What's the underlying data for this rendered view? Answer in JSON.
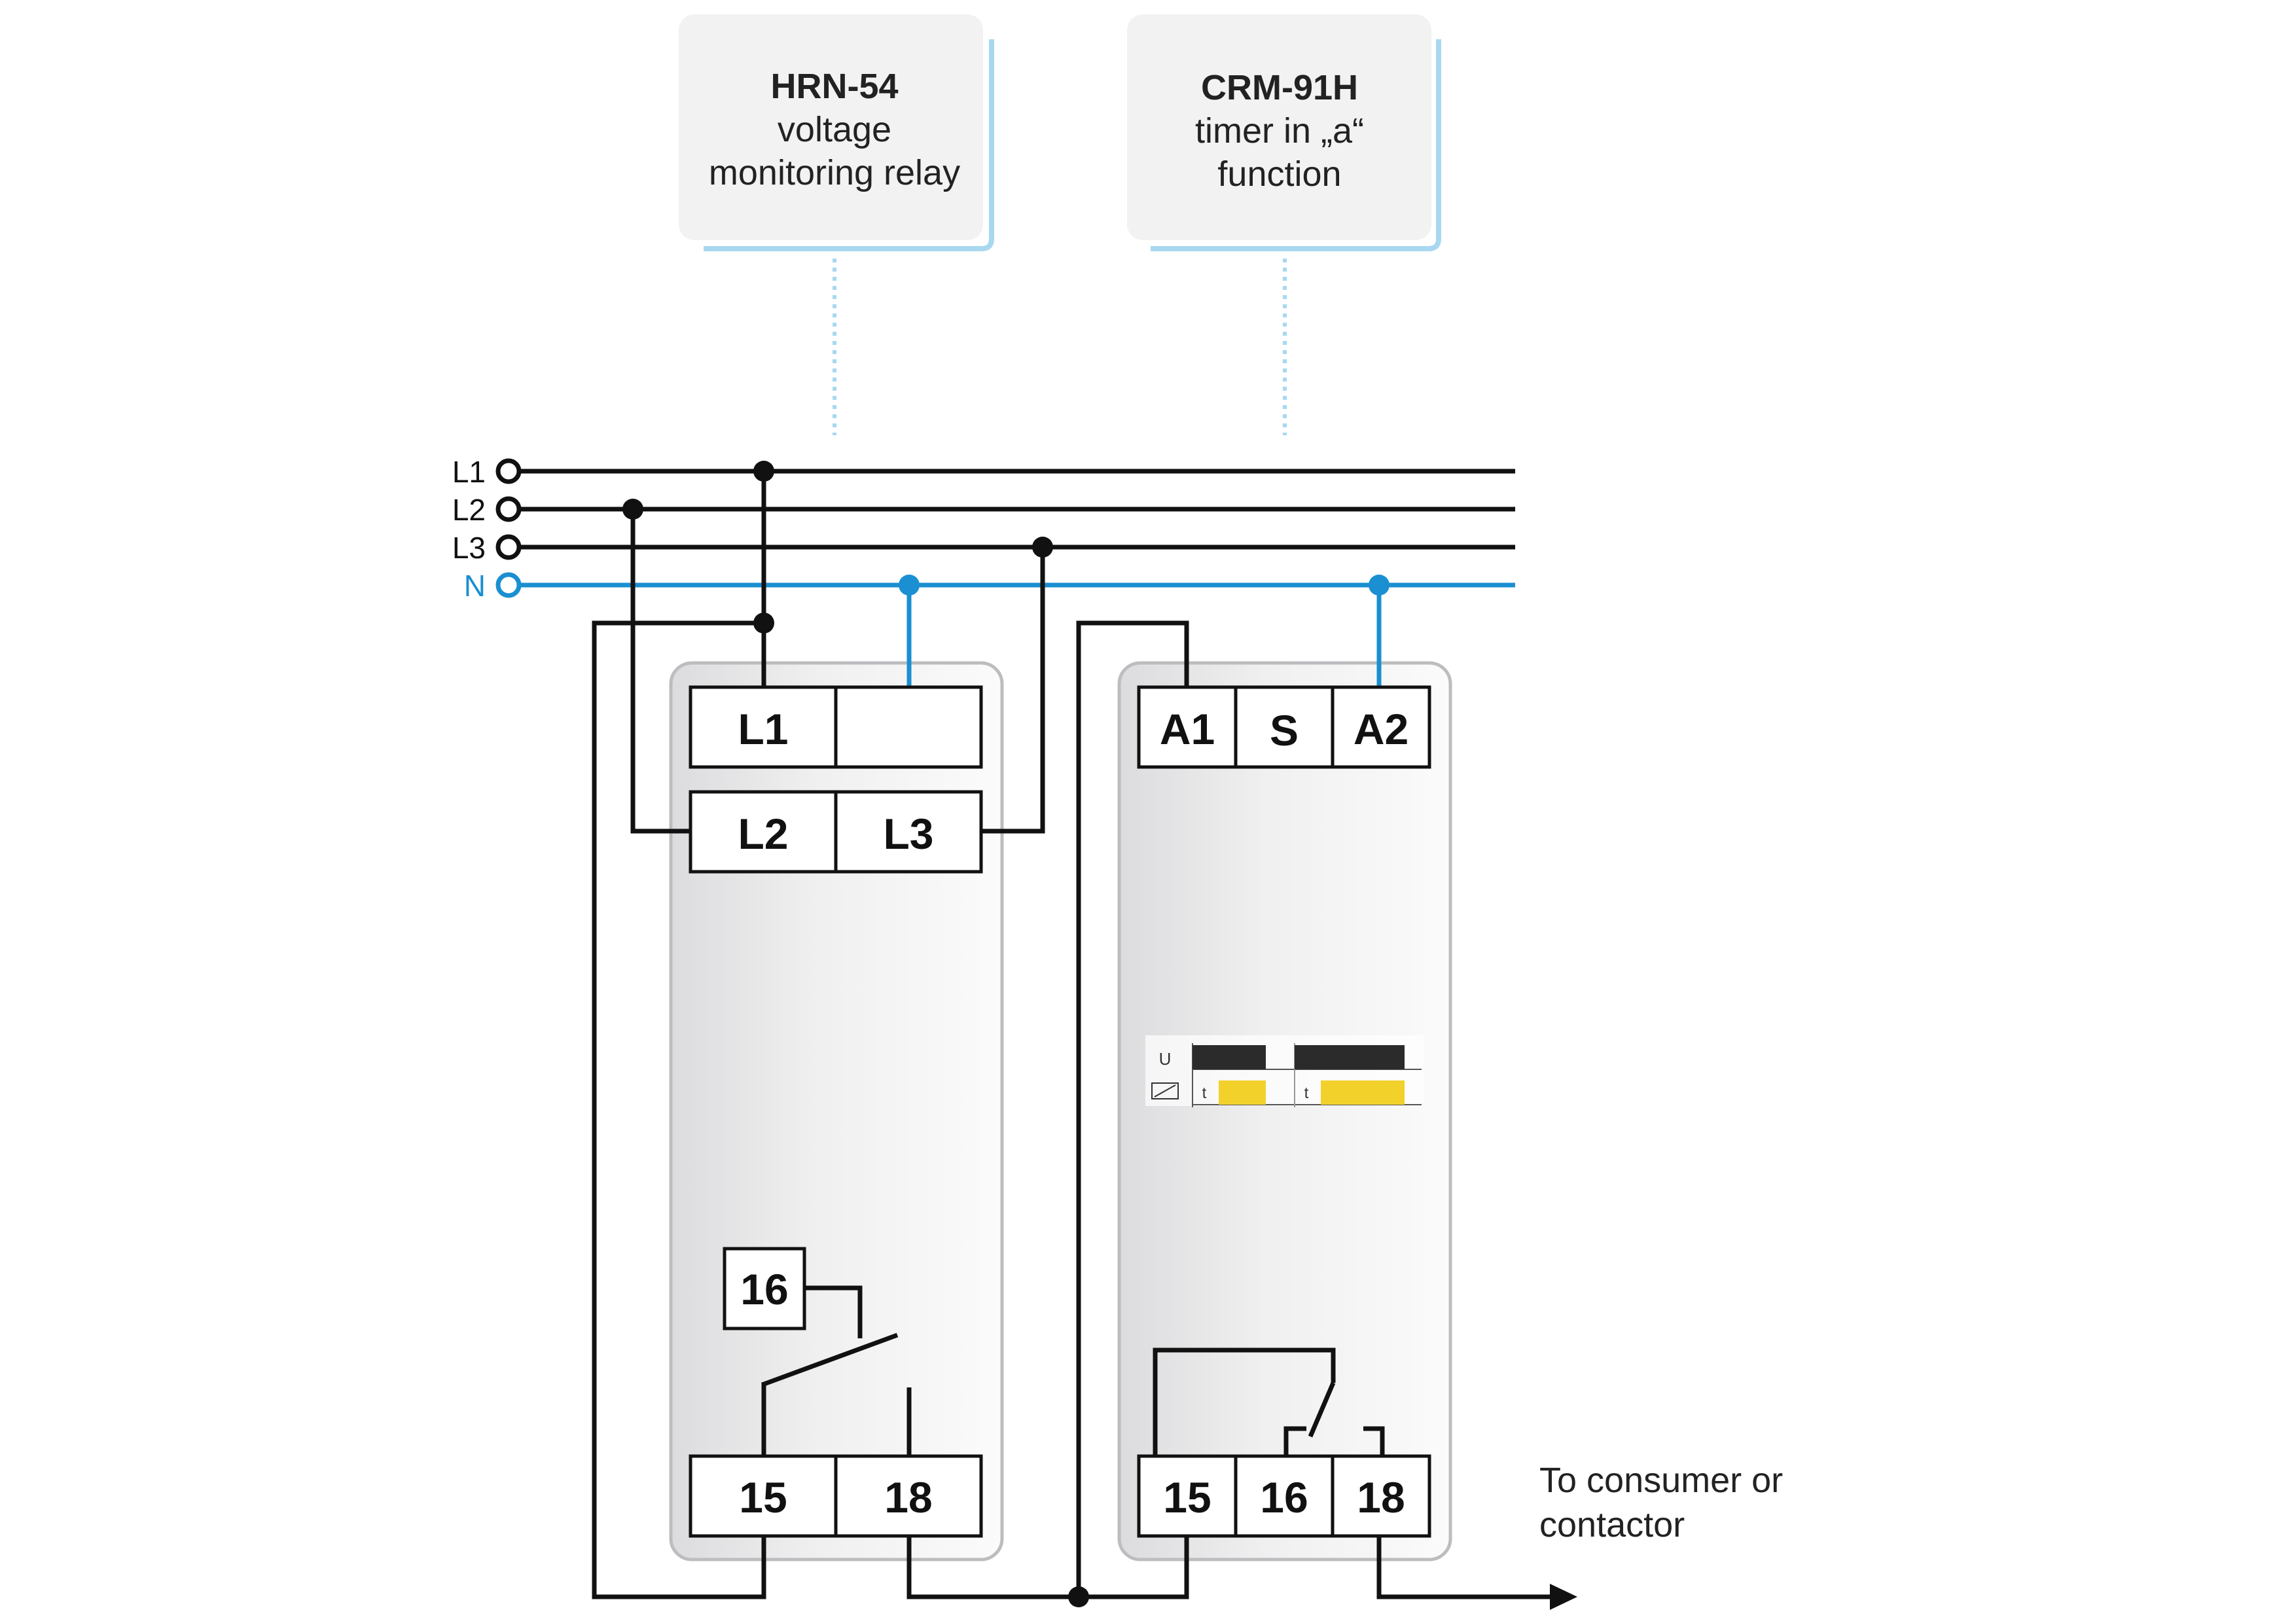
{
  "callouts": [
    {
      "title": "HRN-54",
      "line1": "voltage",
      "line2": "monitoring relay"
    },
    {
      "title": "CRM-91H",
      "line1": "timer in „a“",
      "line2": "function"
    }
  ],
  "bus": {
    "l1": "L1",
    "l2": "L2",
    "l3": "L3",
    "n": "N",
    "neutral_color": "#1a8fd1"
  },
  "hrn_device": {
    "top_terminals": [
      "L1",
      ""
    ],
    "mid_terminals": [
      "L2",
      "L3"
    ],
    "contact_terminal": "16",
    "bottom_terminals": [
      "15",
      "18"
    ]
  },
  "crm_device": {
    "top_terminals": [
      "A1",
      "S",
      "A2"
    ],
    "timing_labels": {
      "u": "U",
      "t1": "t",
      "t2": "t"
    },
    "timing_colors": {
      "on": "#2b2b2b",
      "t": "#f2d12b"
    },
    "bottom_terminals": [
      "15",
      "16",
      "18"
    ]
  },
  "output_label": {
    "line1": "To consumer or",
    "line2": "contactor"
  }
}
